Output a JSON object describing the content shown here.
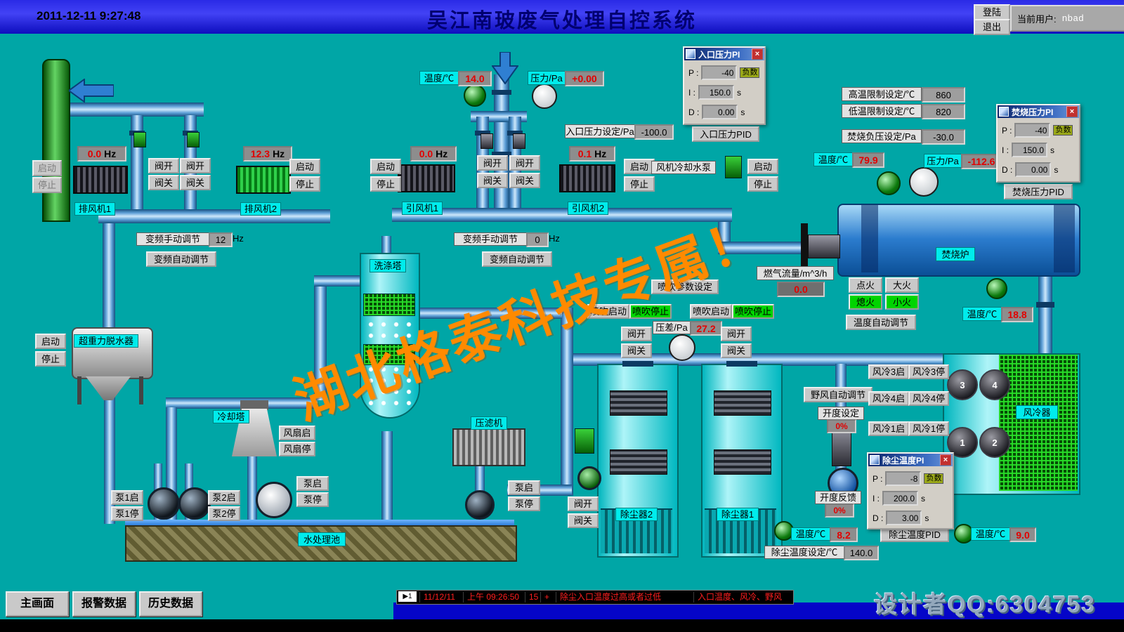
{
  "header": {
    "time": "2011-12-11 9:27:48",
    "title": "吴江南玻废气处理自控系统",
    "login": "登陆",
    "logout": "退出",
    "user_label": "当前用户:",
    "user_name": "nbad"
  },
  "common": {
    "start": "启动",
    "stop": "停止",
    "valve_open": "阀开",
    "valve_close": "阀关",
    "temp": "温度/℃",
    "pressure": "压力/Pa",
    "vfd_manual": "变频手动调节",
    "vfd_auto": "变频自动调节",
    "hz": "Hz",
    "p_label": "P :",
    "i_label": "I :",
    "d_label": "D :",
    "seconds": "s",
    "negative": "负数",
    "blow_start": "喷吹启动",
    "blow_stop": "喷吹停止",
    "pump_start": "泵启",
    "pump_stop": "泵停",
    "close_glyph": "×"
  },
  "exhaust": {
    "fan1_hz": "0.0",
    "fan2_hz": "12.3",
    "fan1_label": "排风机1",
    "fan2_label": "排风机2",
    "manual_value": "12"
  },
  "inlet": {
    "temp_value": "14.0",
    "pressure_value": "+0.00",
    "setting_label": "入口压力设定/Pa",
    "setting_value": "-100.0",
    "pid_button": "入口压力PID",
    "pid": {
      "title": "入口压力PI",
      "p": "-40",
      "i": "150.0",
      "d": "0.00"
    }
  },
  "induced": {
    "fan1_hz": "0.0",
    "fan2_hz": "0.1",
    "fan1_label": "引风机1",
    "fan2_label": "引风机2",
    "manual_value": "0",
    "cooling_pump_label": "风机冷却水泵"
  },
  "incinerator": {
    "high_limit_label": "高温限制设定/℃",
    "high_limit_value": "860",
    "low_limit_label": "低温限制设定/℃",
    "low_limit_value": "820",
    "neg_pressure_label": "焚烧负压设定/Pa",
    "neg_pressure_value": "-30.0",
    "temp_value": "79.9",
    "pressure_value": "-112.6",
    "pid": {
      "title": "焚烧压力PI",
      "p": "-40",
      "i": "150.0",
      "d": "0.00"
    },
    "pid_button": "焚烧压力PID",
    "label": "焚烧炉",
    "gas_flow_label": "燃气流量/m^3/h",
    "gas_flow_value": "0.0",
    "ignite": "点火",
    "big_fire": "大火",
    "flame_off": "熄火",
    "small_fire": "小火",
    "temp_auto": "温度自动调节",
    "out_temp_value": "18.8"
  },
  "scrubber": {
    "label": "洗涤塔"
  },
  "dehydrator": {
    "label": "超重力脱水器"
  },
  "cooling_tower": {
    "label": "冷却塔",
    "fan_start": "风扇启",
    "fan_stop": "风扇停",
    "pump1_start": "泵1启",
    "pump1_stop": "泵1停",
    "pump2_start": "泵2启",
    "pump2_stop": "泵2停"
  },
  "filter_press": {
    "label": "压滤机"
  },
  "pool": {
    "label": "水处理池"
  },
  "dust": {
    "param_button": "喷吹参数设定",
    "dp_label": "压差/Pa",
    "dp_value": "27.2",
    "collector1_label": "除尘器1",
    "collector2_label": "除尘器2",
    "wild_air_auto": "野风自动调节",
    "open_set_label": "开度设定",
    "open_set_value": "0%",
    "open_fb_label": "开度反馈",
    "open_fb_value": "0%",
    "temp_set_label": "除尘温度设定/℃",
    "temp_set_value": "140.0",
    "temp_in_value": "8.2",
    "temp_out_value": "9.0",
    "pid": {
      "title": "除尘温度PI",
      "p": "-8",
      "i": "200.0",
      "d": "3.00"
    },
    "pid_button": "除尘温度PID"
  },
  "cooler": {
    "label": "风冷器",
    "fan3_start": "风冷3启",
    "fan3_stop": "风冷3停",
    "fan4_start": "风冷4启",
    "fan4_stop": "风冷4停",
    "fan1_start": "风冷1启",
    "fan1_stop": "风冷1停",
    "fans": [
      "3",
      "4",
      "1",
      "2"
    ]
  },
  "footer": {
    "main_button": "主画面",
    "alarm_button": "报警数据",
    "history_button": "历史数据",
    "alarm": {
      "marker": "▶1",
      "date": "11/12/11",
      "time": "上午 09:26:50",
      "code": "15",
      "plus": "+",
      "message": "除尘入口温度过高或者过低",
      "detail": "入口温度、风冷、野风"
    },
    "qq": "设计者QQ:6304753"
  },
  "watermark": "湖北格泰科技专属！"
}
